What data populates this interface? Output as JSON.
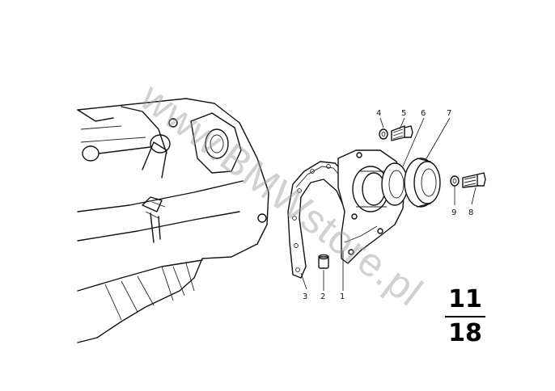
{
  "watermark": "www.BMWstore.pl",
  "callouts": [
    {
      "id": "1",
      "text": "1"
    },
    {
      "id": "2",
      "text": "2"
    },
    {
      "id": "3",
      "text": "3"
    },
    {
      "id": "4",
      "text": "4"
    },
    {
      "id": "5",
      "text": "5"
    },
    {
      "id": "6",
      "text": "6"
    },
    {
      "id": "7",
      "text": "7"
    },
    {
      "id": "8",
      "text": "8"
    },
    {
      "id": "9",
      "text": "9"
    }
  ],
  "figure": {
    "group": "11",
    "subgroup": "18"
  }
}
